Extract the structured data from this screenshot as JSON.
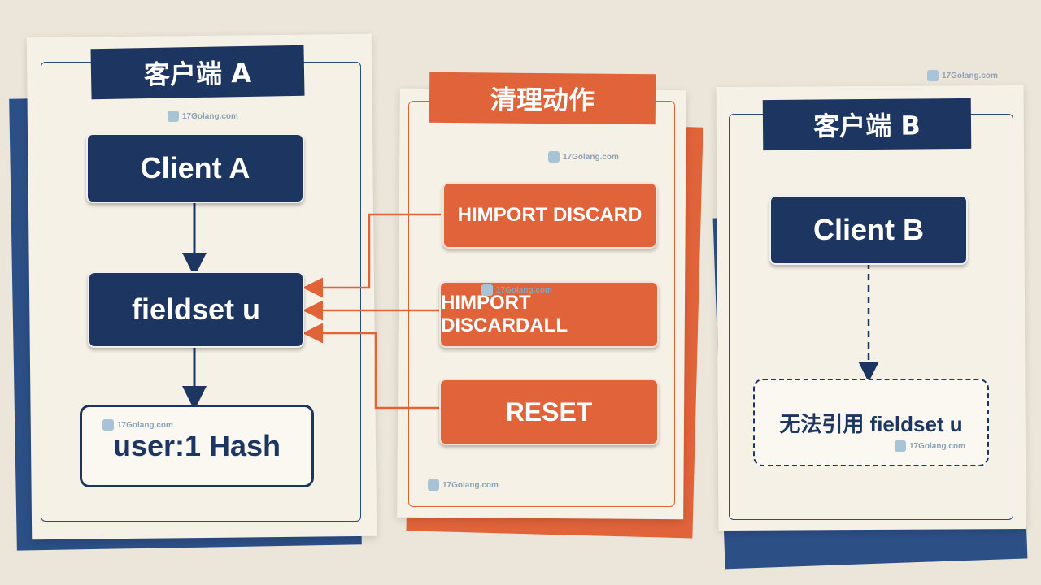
{
  "panels": {
    "client_a": {
      "tag": "客户端 A",
      "client_box": "Client A",
      "fieldset_box": "fieldset u",
      "hash_box": "user:1 Hash"
    },
    "cleanup": {
      "tag": "清理动作",
      "actions": [
        "HIMPORT DISCARD",
        "HIMPORT DISCARDALL",
        "RESET"
      ]
    },
    "client_b": {
      "tag": "客户端 B",
      "client_box": "Client B",
      "unreachable_box": "无法引用 fieldset u"
    }
  },
  "watermark": "17Golang.com",
  "colors": {
    "navy": "#1d3561",
    "orange": "#e0633a",
    "paper": "#f6f1e6",
    "background": "#ece6da"
  }
}
